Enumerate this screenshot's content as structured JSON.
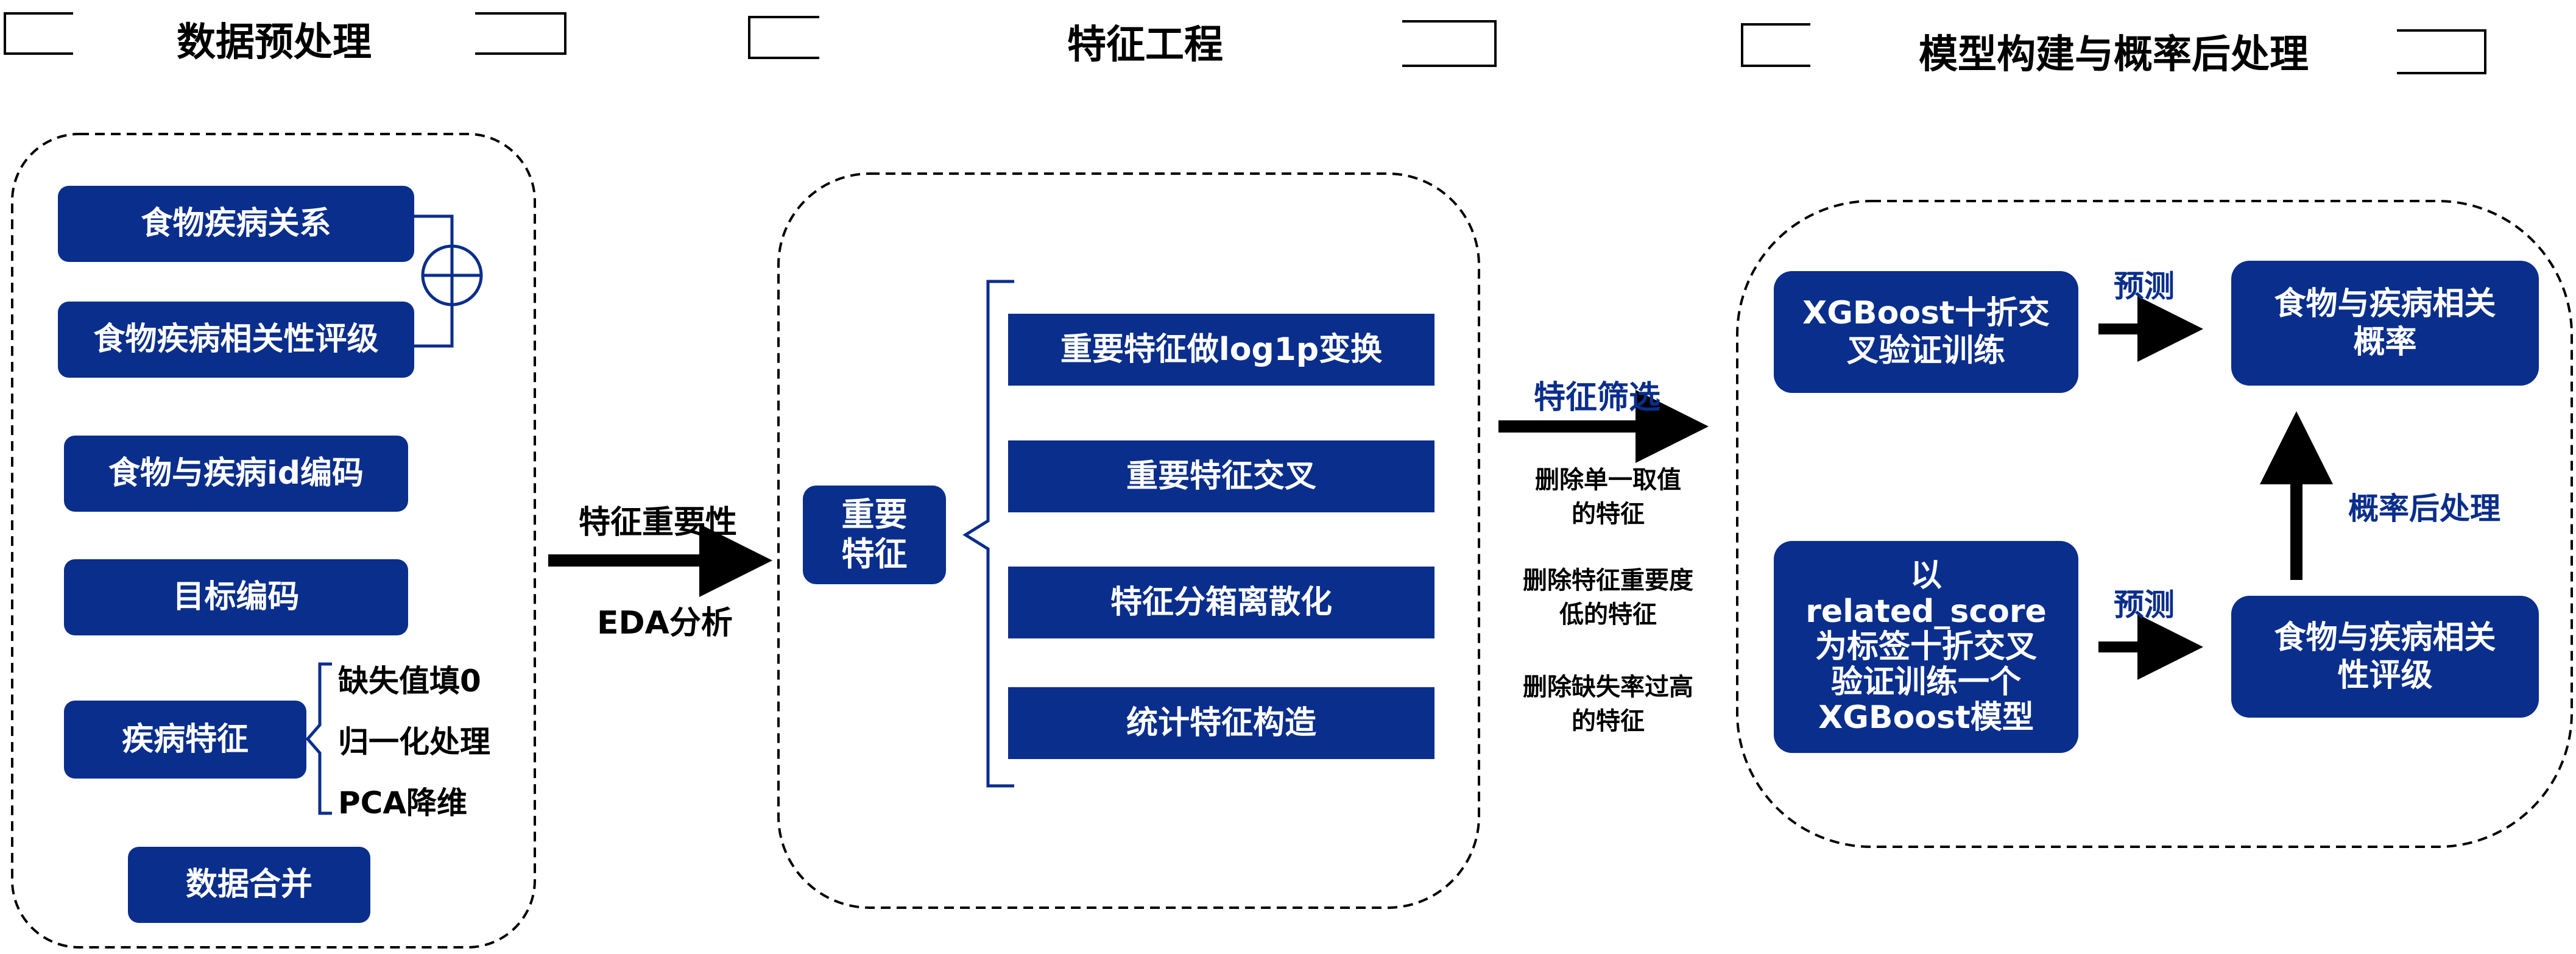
{
  "sections": {
    "preprocess_title": "数据预处理",
    "feature_title": "特征工程",
    "model_title": "模型构建与概率后处理"
  },
  "preprocess": {
    "food_disease_relation": "食物疾病关系",
    "food_disease_rating": "食物疾病相关性评级",
    "id_encoding": "食物与疾病id编码",
    "target_encoding": "目标编码",
    "disease_features": "疾病特征",
    "missing_fill": "缺失值填0",
    "normalize": "归一化处理",
    "pca": "PCA降维",
    "data_merge": "数据合并"
  },
  "arrow1": {
    "top_label": "特征重要性",
    "bottom_label": "EDA分析"
  },
  "feature": {
    "important": "重要\n特征",
    "log1p": "重要特征做log1p变换",
    "cross": "重要特征交叉",
    "binning": "特征分箱离散化",
    "stats": "统计特征构造"
  },
  "arrow2": {
    "label": "特征筛选",
    "note1": "删除单一取值\n的特征",
    "note2": "删除特征重要度\n低的特征",
    "note3": "删除缺失率过高\n的特征"
  },
  "model": {
    "xgb_cv": "XGBoost十折交\n叉验证训练",
    "predict_top": "预测",
    "prob_out": "食物与疾病相关\n概率",
    "post_process": "概率后处理",
    "xgb_score": "以\nrelated_score\n为标签十折交叉\n验证训练一个\nXGBoost模型",
    "predict_bottom": "预测",
    "rating_out": "食物与疾病相关\n性评级"
  },
  "colors": {
    "box": "#0a2e8c",
    "text_blue": "#0a2e8c",
    "dark": "#000000"
  }
}
